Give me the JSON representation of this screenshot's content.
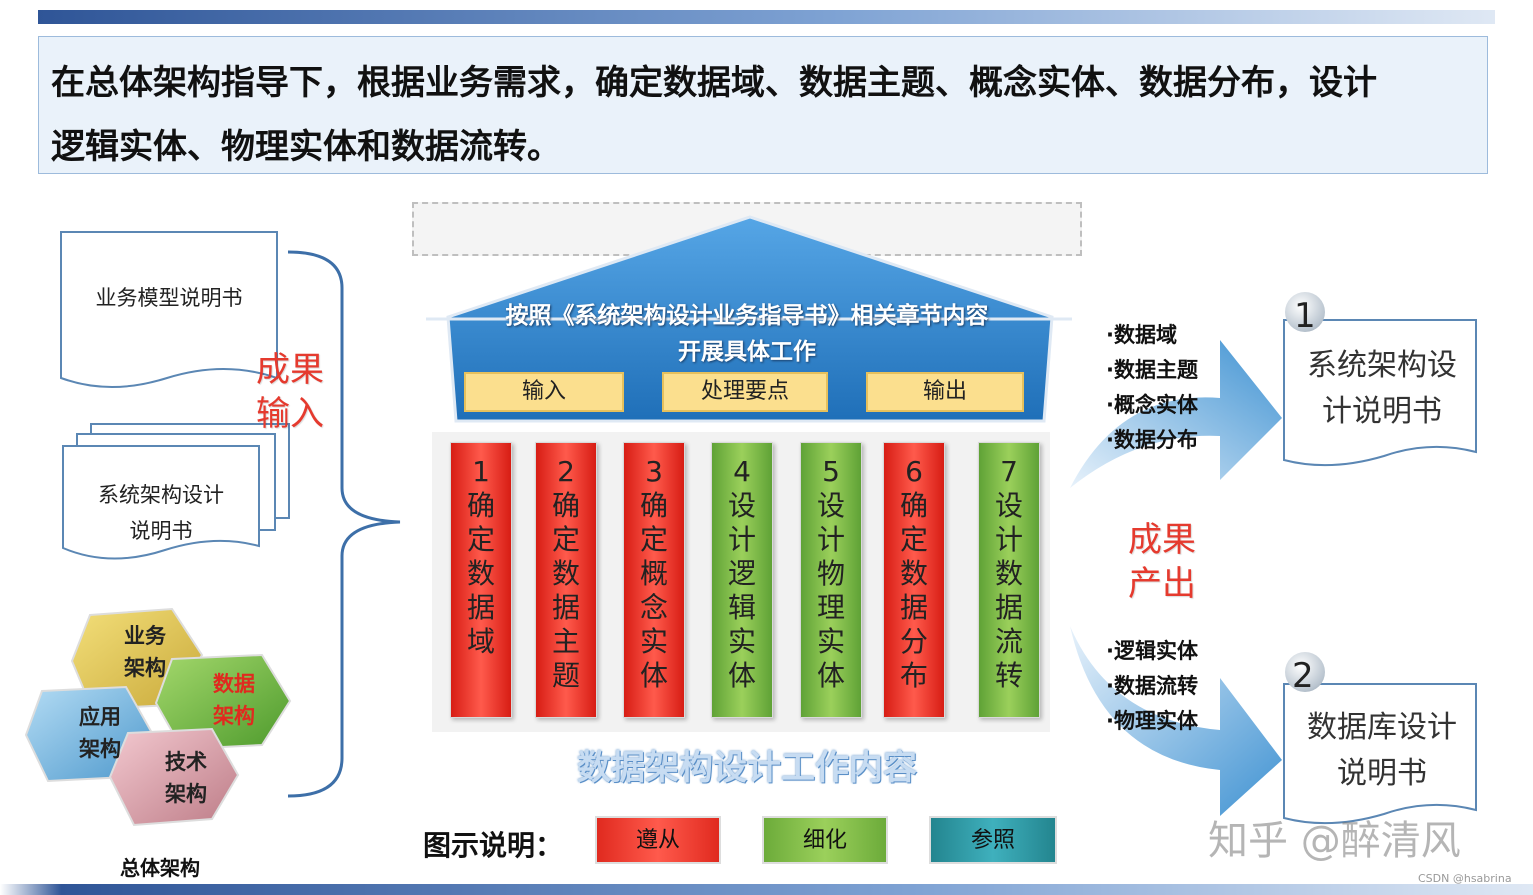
{
  "banner": {
    "line1": "在总体架构指导下，根据业务需求，确定数据域、数据主题、概念实体、数据分布，设计",
    "line2": "逻辑实体、物理实体和数据流转。"
  },
  "inputs": {
    "doc1": "业务模型说明书",
    "doc2_line1": "系统架构设计",
    "doc2_line2": "说明书",
    "label_line1": "成果",
    "label_line2": "输入"
  },
  "overall": {
    "hexes": [
      {
        "line1": "业务",
        "line2": "架构"
      },
      {
        "line1": "数据",
        "line2": "架构"
      },
      {
        "line1": "应用",
        "line2": "架构"
      },
      {
        "line1": "技术",
        "line2": "架构"
      }
    ],
    "caption": "总体架构"
  },
  "house": {
    "roof_line1": "按照《系统架构设计业务指导书》相关章节内容",
    "roof_line2": "开展具体工作",
    "tabs": [
      "输入",
      "处理要点",
      "输出"
    ],
    "base_label": "数据架构设计工作内容"
  },
  "pillars": [
    {
      "num": "1",
      "chars": [
        "确",
        "定",
        "数",
        "据",
        "域"
      ],
      "kind": "遵从"
    },
    {
      "num": "2",
      "chars": [
        "确",
        "定",
        "数",
        "据",
        "主",
        "题"
      ],
      "kind": "遵从"
    },
    {
      "num": "3",
      "chars": [
        "确",
        "定",
        "概",
        "念",
        "实",
        "体"
      ],
      "kind": "遵从"
    },
    {
      "num": "4",
      "chars": [
        "设",
        "计",
        "逻",
        "辑",
        "实",
        "体"
      ],
      "kind": "细化"
    },
    {
      "num": "5",
      "chars": [
        "设",
        "计",
        "物",
        "理",
        "实",
        "体"
      ],
      "kind": "细化"
    },
    {
      "num": "6",
      "chars": [
        "确",
        "定",
        "数",
        "据",
        "分",
        "布"
      ],
      "kind": "遵从"
    },
    {
      "num": "7",
      "chars": [
        "设",
        "计",
        "数",
        "据",
        "流",
        "转"
      ],
      "kind": "细化"
    }
  ],
  "outputs": {
    "label_line1": "成果",
    "label_line2": "产出",
    "list1": [
      "·数据域",
      "·数据主题",
      "·概念实体",
      "·数据分布"
    ],
    "list2": [
      "·逻辑实体",
      "·数据流转",
      "·物理实体"
    ],
    "doc1": {
      "num": "1",
      "line1": "系统架构设",
      "line2": "计说明书"
    },
    "doc2": {
      "num": "2",
      "line1": "数据库设计",
      "line2": "说明书"
    }
  },
  "legend": {
    "title": "图示说明：",
    "items": [
      {
        "label": "遵从",
        "color": "#f03a2b"
      },
      {
        "label": "细化",
        "color": "#86c34a"
      },
      {
        "label": "参照",
        "color": "#2c9aa8"
      }
    ]
  },
  "watermark": "知乎 @醉清风",
  "credit": "CSDN @hsabrina",
  "colors": {
    "roof_blue": "#2f7cc4",
    "red_pillar": "#f03a2b",
    "green_pillar": "#86c34a",
    "arrow_blue": "#4f9fd6"
  }
}
